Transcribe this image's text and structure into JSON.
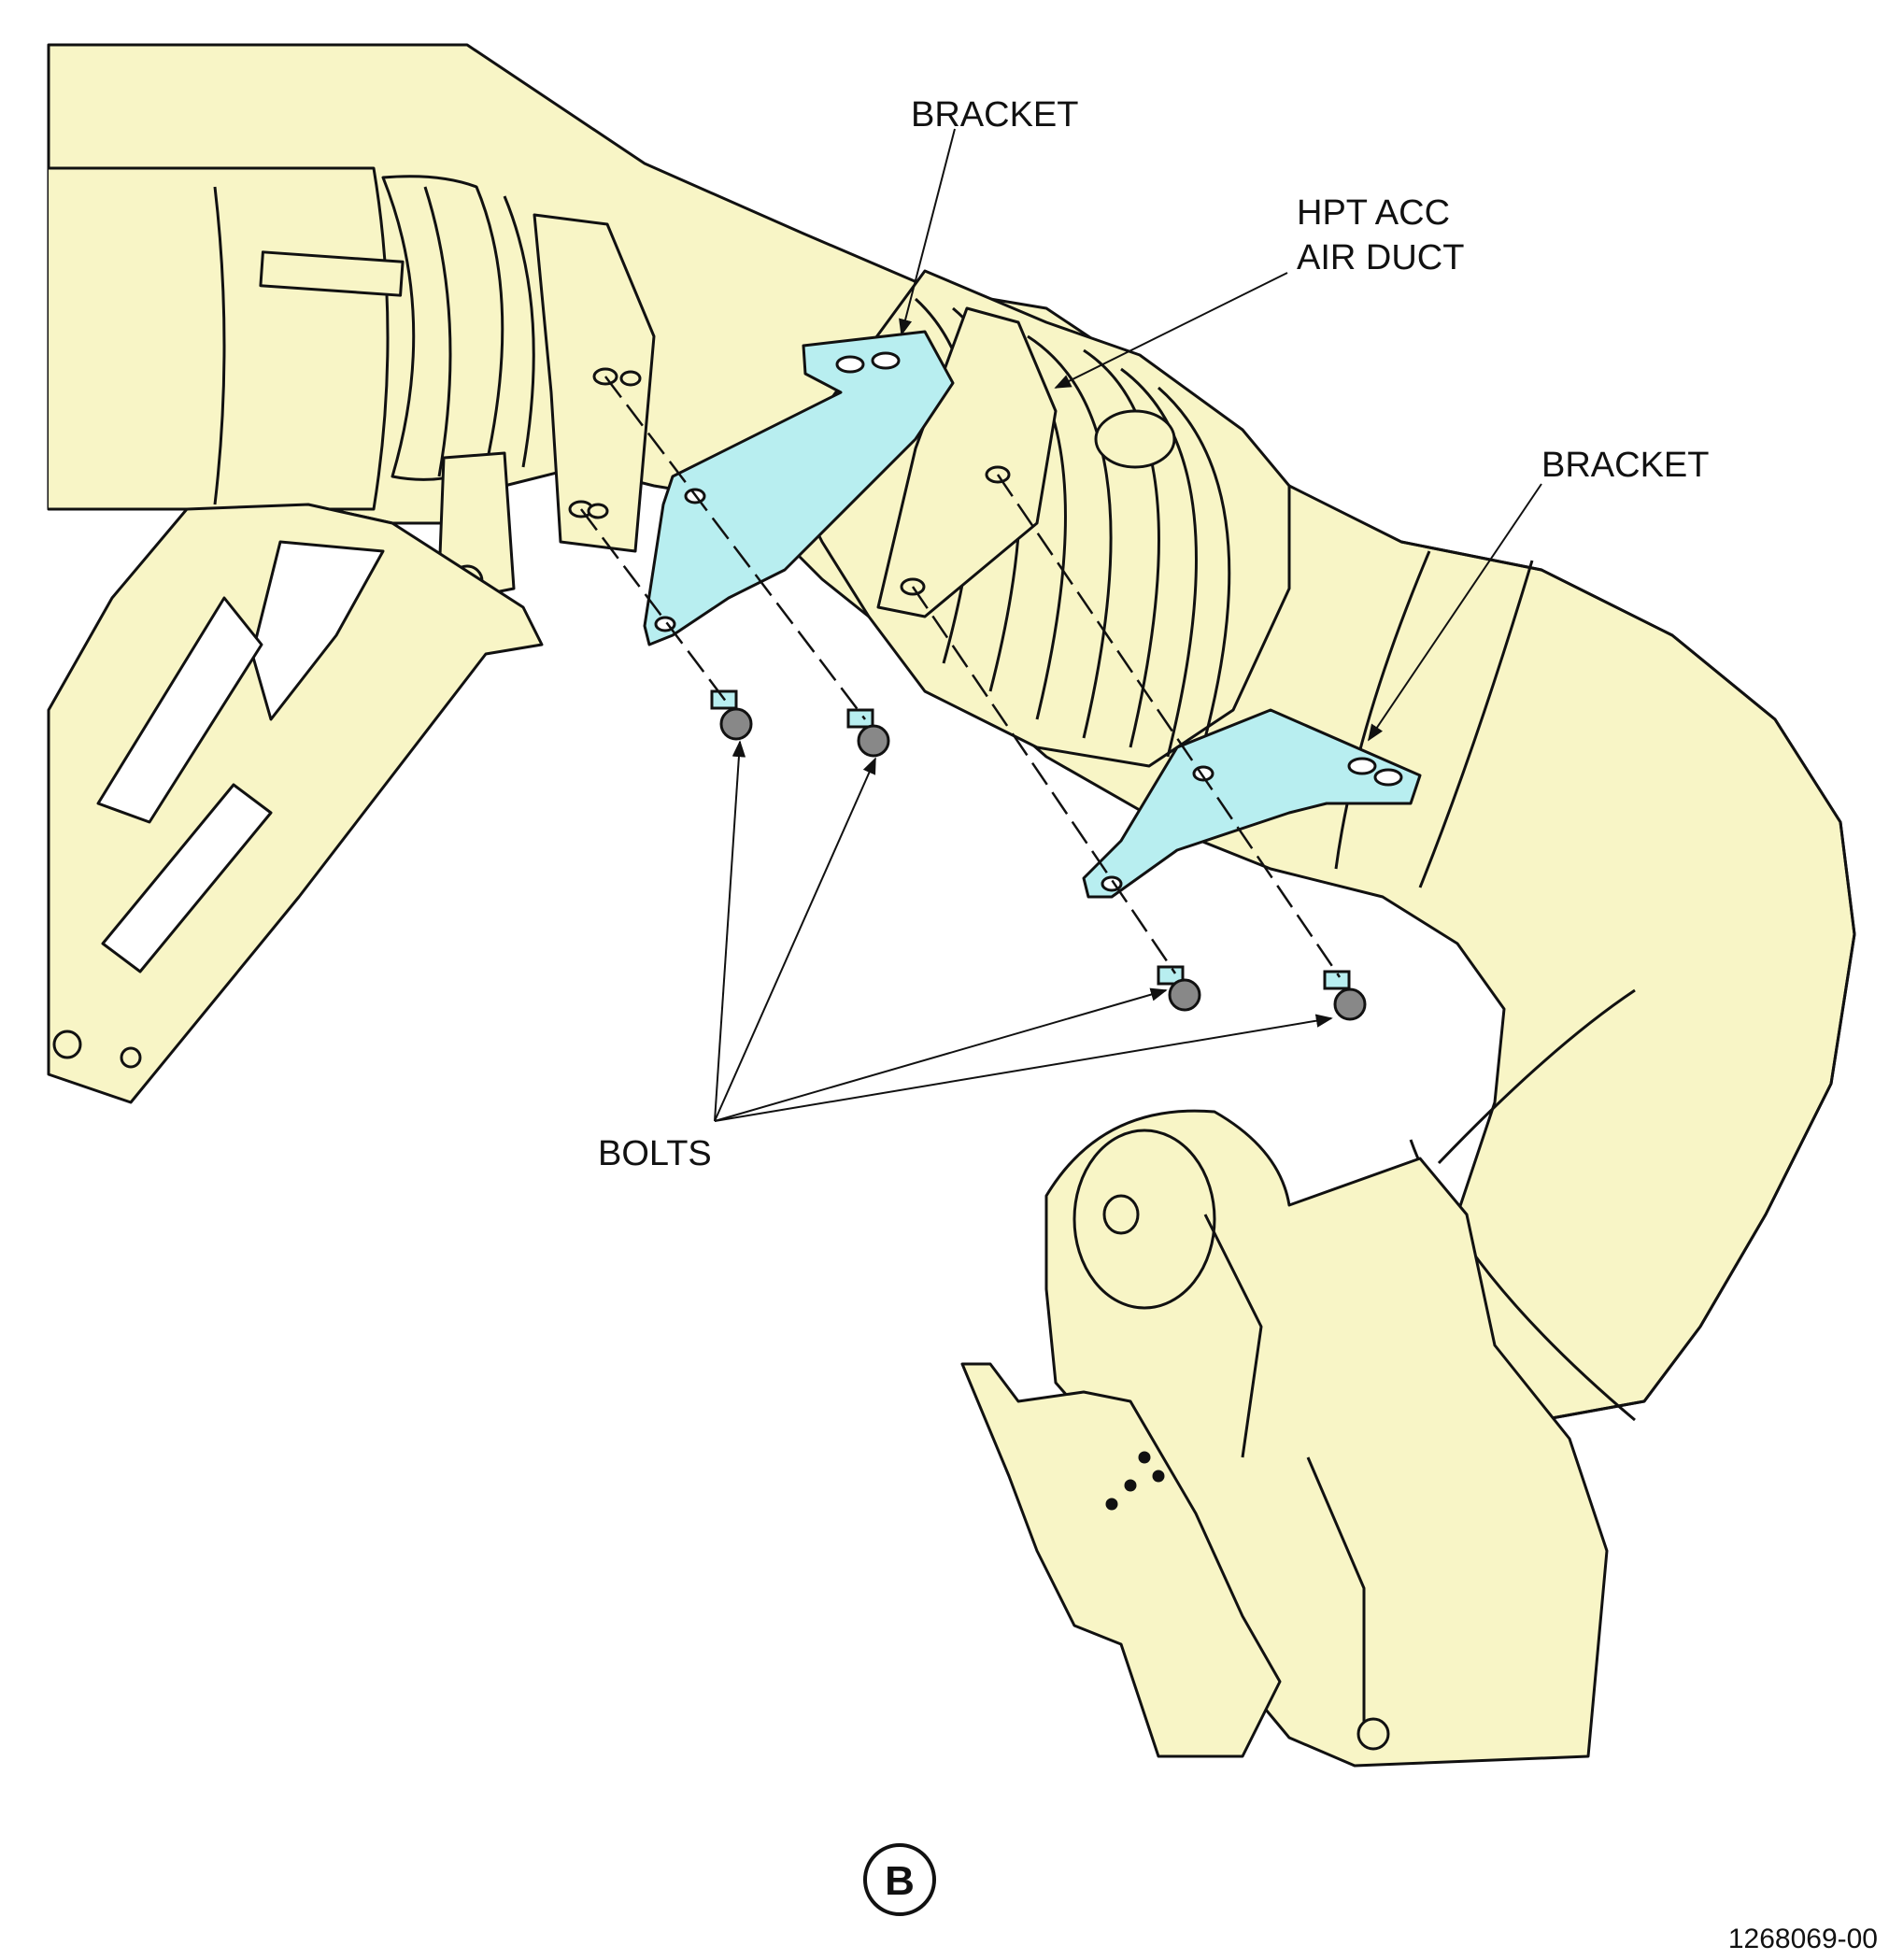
{
  "callouts": {
    "bracket_upper": "BRACKET",
    "duct_line1": "HPT ACC",
    "duct_line2": "AIR DUCT",
    "bracket_lower": "BRACKET",
    "bolts": "BOLTS"
  },
  "view_letter": "B",
  "figure_number": "1268069-00",
  "colors": {
    "structure_fill": "#f8f5c6",
    "bracket_fill": "#b8eef0",
    "line": "#111111",
    "background": "#ffffff"
  }
}
